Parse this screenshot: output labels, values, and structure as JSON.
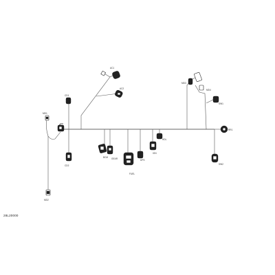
{
  "figure": {
    "reference_code": "28L20000"
  },
  "connectors": [
    {
      "name": "connector-left-top",
      "label": "MD1"
    },
    {
      "name": "connector-left-mid",
      "label": "CD1"
    },
    {
      "name": "connector-left-low",
      "label": "CD2"
    },
    {
      "name": "connector-left-bottom",
      "label": "MD2"
    },
    {
      "name": "connector-upper-left-a",
      "label": "AC1"
    },
    {
      "name": "connector-upper-left-b",
      "label": "AC2"
    },
    {
      "name": "connector-upper-right-a",
      "label": "MD3"
    },
    {
      "name": "connector-upper-right-b",
      "label": "MD4"
    },
    {
      "name": "connector-right-mid",
      "label": "SW1"
    },
    {
      "name": "connector-right-end",
      "label": "RR1"
    },
    {
      "name": "connector-right-low",
      "label": "SW2"
    },
    {
      "name": "connector-center-a",
      "label": "BCM"
    },
    {
      "name": "connector-center-b",
      "label": "GEAR"
    },
    {
      "name": "connector-center-c",
      "label": "FUEL"
    },
    {
      "name": "connector-center-d",
      "label": "DPS"
    },
    {
      "name": "connector-center-e",
      "label": "IGN"
    },
    {
      "name": "connector-center-f",
      "label": "HDL"
    }
  ]
}
